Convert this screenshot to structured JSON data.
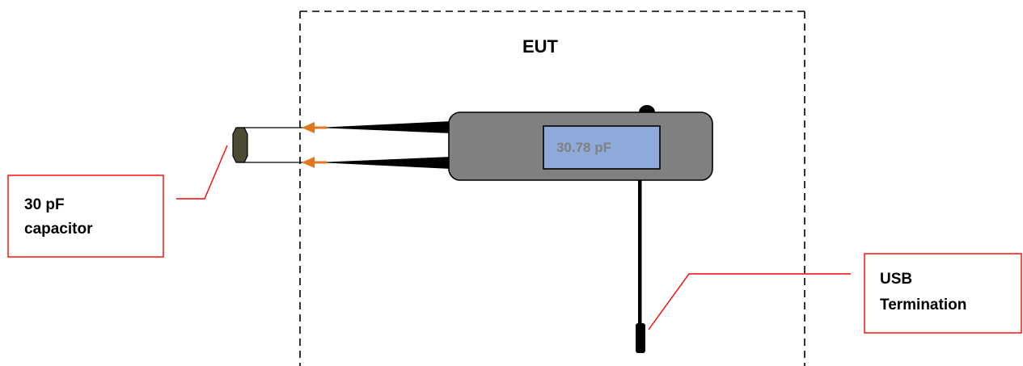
{
  "eut_label": "EUT",
  "display_reading": "30.78 pF",
  "capacitor_callout": {
    "line1": "30 pF",
    "line2": "capacitor"
  },
  "usb_callout": {
    "line1": "USB",
    "line2": "Termination"
  },
  "colors": {
    "boundary": "#000000",
    "meter_body": "#808080",
    "display_screen": "#8eaadb",
    "display_text": "#808080",
    "probe_arrow": "#e07820",
    "capacitor_body": "#4d4a33",
    "callout_border": "#ff0000"
  }
}
